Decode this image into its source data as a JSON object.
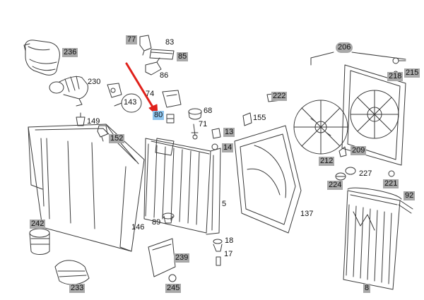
{
  "diagram": {
    "colors": {
      "line": "#3a3a3a",
      "tag_background": "#a9a9a9",
      "highlight": "#8ec5ef",
      "arrow": "#e0211b"
    },
    "highlighted_part": "80",
    "parts": [
      {
        "id": "p236",
        "label": "236"
      },
      {
        "id": "p230",
        "label": "230"
      },
      {
        "id": "p77",
        "label": "77"
      },
      {
        "id": "p83",
        "label": "83"
      },
      {
        "id": "p85",
        "label": "85"
      },
      {
        "id": "p86",
        "label": "86"
      },
      {
        "id": "p74",
        "label": "74"
      },
      {
        "id": "p143",
        "label": "143"
      },
      {
        "id": "p149",
        "label": "149"
      },
      {
        "id": "p152",
        "label": "152"
      },
      {
        "id": "p80",
        "label": "80"
      },
      {
        "id": "p68",
        "label": "68"
      },
      {
        "id": "p71",
        "label": "71"
      },
      {
        "id": "p13",
        "label": "13"
      },
      {
        "id": "p14",
        "label": "14"
      },
      {
        "id": "p155",
        "label": "155"
      },
      {
        "id": "p222",
        "label": "222"
      },
      {
        "id": "p206",
        "label": "206"
      },
      {
        "id": "p218",
        "label": "218"
      },
      {
        "id": "p215",
        "label": "215"
      },
      {
        "id": "p209",
        "label": "209"
      },
      {
        "id": "p212",
        "label": "212"
      },
      {
        "id": "p227",
        "label": "227"
      },
      {
        "id": "p224",
        "label": "224"
      },
      {
        "id": "p221",
        "label": "221"
      },
      {
        "id": "p92",
        "label": "92"
      },
      {
        "id": "p5",
        "label": "5"
      },
      {
        "id": "p137",
        "label": "137"
      },
      {
        "id": "p146",
        "label": "146"
      },
      {
        "id": "p89",
        "label": "89"
      },
      {
        "id": "p242",
        "label": "242"
      },
      {
        "id": "p239",
        "label": "239"
      },
      {
        "id": "p18",
        "label": "18"
      },
      {
        "id": "p17",
        "label": "17"
      },
      {
        "id": "p233",
        "label": "233"
      },
      {
        "id": "p245",
        "label": "245"
      },
      {
        "id": "p8",
        "label": "8"
      }
    ]
  }
}
